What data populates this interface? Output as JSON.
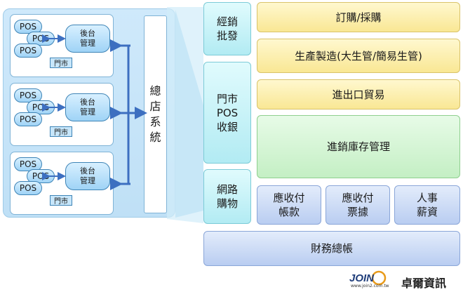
{
  "stores": [
    {
      "pos": [
        "POS",
        "POS",
        "POS"
      ],
      "backoffice": "後台\n管理",
      "store_label": "門市"
    },
    {
      "pos": [
        "POS",
        "POS",
        "POS"
      ],
      "backoffice": "後台\n管理",
      "store_label": "門市"
    },
    {
      "pos": [
        "POS",
        "POS",
        "POS"
      ],
      "backoffice": "後台\n管理",
      "store_label": "門市"
    }
  ],
  "hq_system": "總\n店\n系\n統",
  "left_column": {
    "distribution": "經銷\n批發",
    "store_pos": "門市\nPOS\n收銀",
    "online": "網路\n購物"
  },
  "modules": {
    "ordering": "訂購/採購",
    "production": "生產製造(大生管/簡易生管)",
    "trade": "進出口貿易",
    "inventory": "進銷庫存管理",
    "receivable": "應收付\n帳款",
    "notes": "應收付\n票據",
    "hr": "人事\n薪資",
    "finance": "財務總帳"
  },
  "brand": {
    "logo_text": "JOIN",
    "url": "www.join2.com.tw",
    "company": "卓爾資訊"
  }
}
